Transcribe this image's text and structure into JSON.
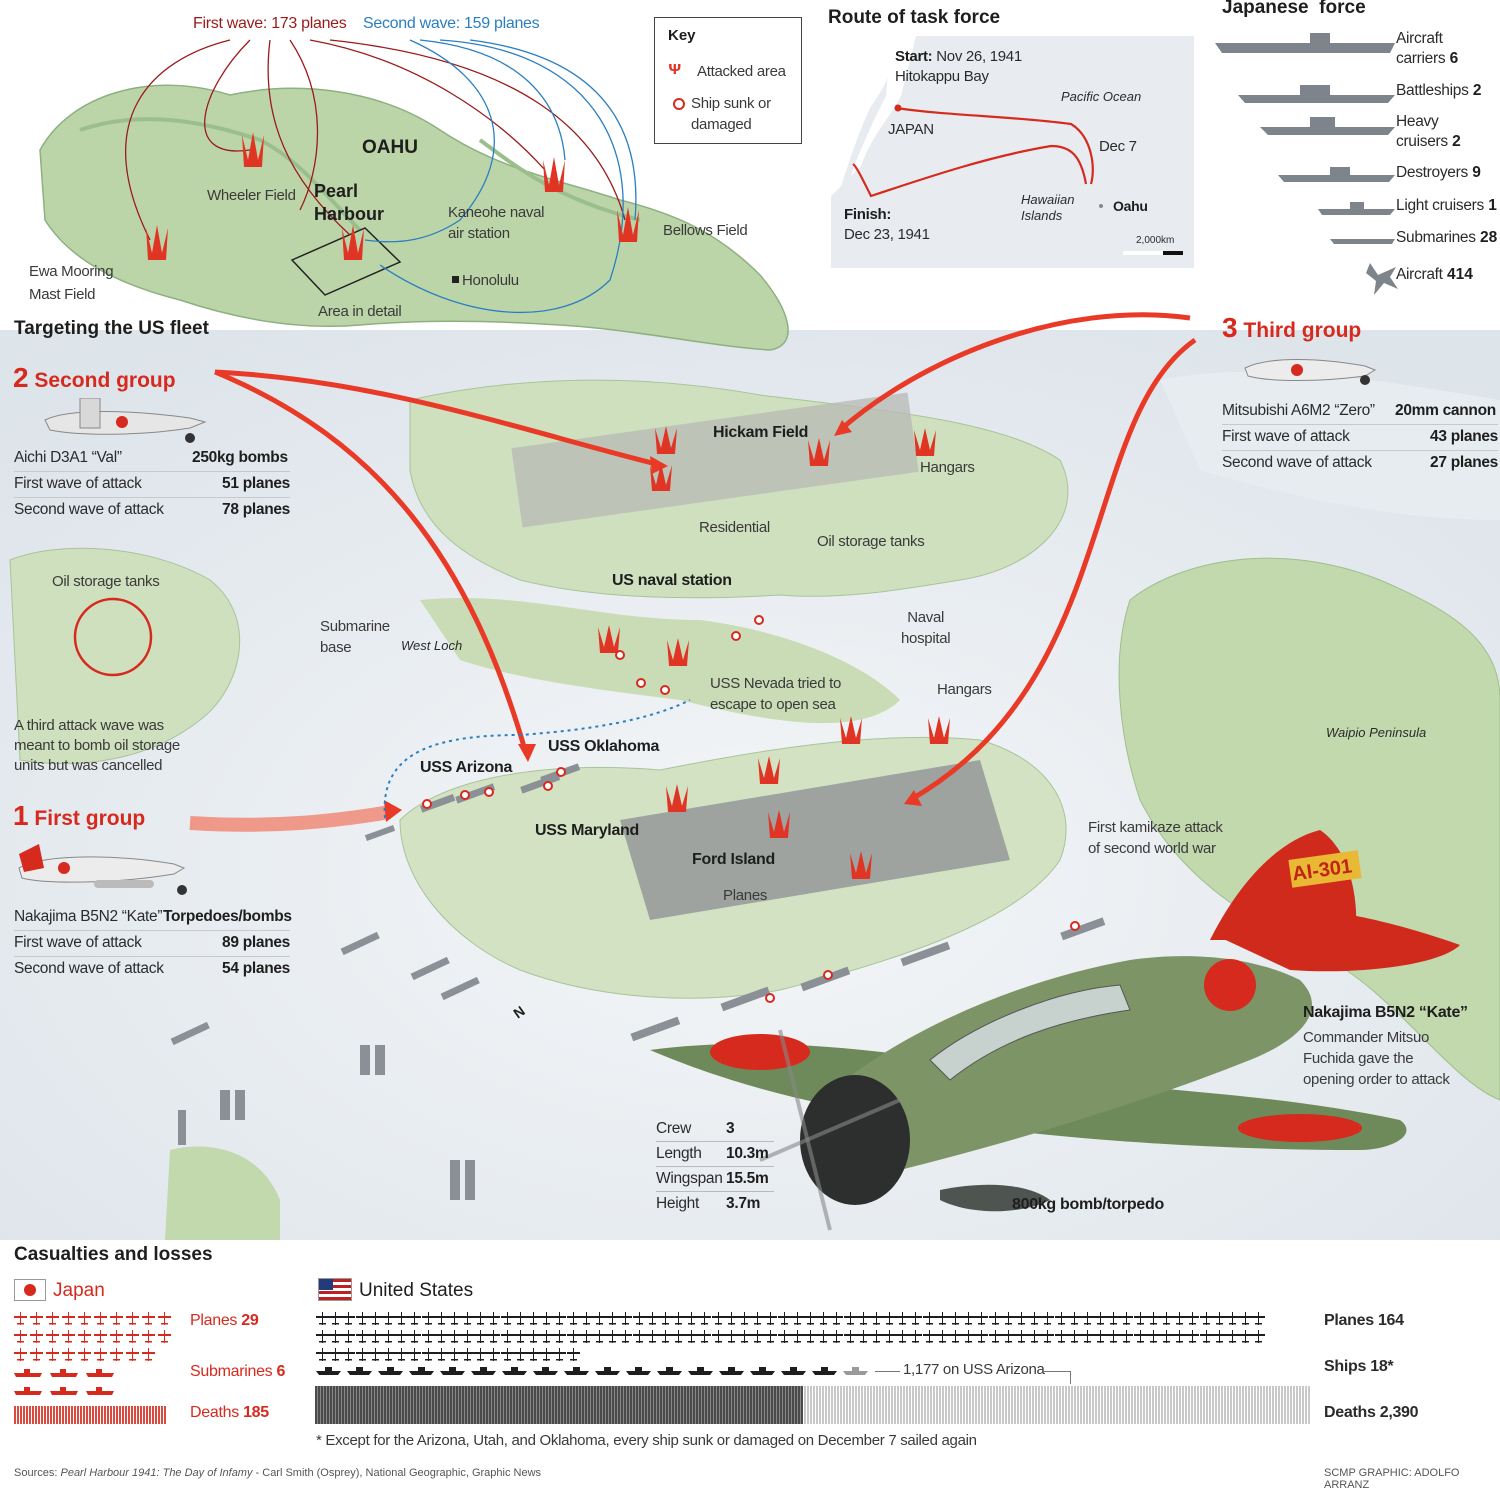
{
  "oahu_map": {
    "first_wave": "First wave: 173 planes",
    "second_wave": "Second wave: 159 planes",
    "island": "OAHU",
    "pearl_harbour": "Pearl\nHarbour",
    "wheeler": "Wheeler Field",
    "kaneohe": "Kaneohe naval\nair station",
    "bellows": "Bellows Field",
    "ewa": "Ewa Mooring\nMast Field",
    "honolulu": "Honolulu",
    "area_detail": "Area in detail"
  },
  "key": {
    "title": "Key",
    "attacked": "Attacked area",
    "sunk": "Ship sunk or\ndamaged"
  },
  "route": {
    "title": "Route of task force",
    "start_label": "Start:",
    "start_date": "Nov 26, 1941",
    "start_place": "Hitokappu Bay",
    "japan": "JAPAN",
    "pacific": "Pacific Ocean",
    "dec7": "Dec 7",
    "hawaiian": "Hawaiian\nIslands",
    "oahu": "Oahu",
    "finish_label": "Finish:",
    "finish_date": "Dec 23, 1941",
    "scale": "2,000km"
  },
  "japanese_force": {
    "title": "Japanese  force",
    "items": [
      {
        "label": "Aircraft\ncarriers",
        "value": "6"
      },
      {
        "label": "Battleships",
        "value": "2"
      },
      {
        "label": "Heavy\ncruisers",
        "value": "2"
      },
      {
        "label": "Destroyers",
        "value": "9"
      },
      {
        "label": "Light cruisers",
        "value": "1"
      },
      {
        "label": "Submarines",
        "value": "28"
      },
      {
        "label": "Aircraft",
        "value": "414"
      }
    ]
  },
  "targeting_title": "Targeting the US fleet",
  "groups": {
    "second": {
      "num": "2",
      "name": "Second group",
      "plane": "Aichi D3A1 “Val”",
      "weapon": "250kg bombs",
      "rows": [
        {
          "label": "First wave of attack",
          "value": "51 planes"
        },
        {
          "label": "Second wave of attack",
          "value": "78 planes"
        }
      ]
    },
    "third": {
      "num": "3",
      "name": "Third group",
      "plane": "Mitsubishi A6M2 “Zero”",
      "weapon": "20mm cannon",
      "rows": [
        {
          "label": "First wave of attack",
          "value": "43 planes"
        },
        {
          "label": "Second wave of attack",
          "value": "27 planes"
        }
      ]
    },
    "first": {
      "num": "1",
      "name": "First group",
      "plane": "Nakajima B5N2 “Kate”",
      "weapon": "Torpedoes/bombs",
      "rows": [
        {
          "label": "First wave of attack",
          "value": "89 planes"
        },
        {
          "label": "Second wave of attack",
          "value": "54 planes"
        }
      ]
    }
  },
  "harbour": {
    "hickam": "Hickam Field",
    "hangars1": "Hangars",
    "residential": "Residential",
    "oil_tanks_right": "Oil storage tanks",
    "naval_station": "US naval station",
    "naval_hospital": "Naval\nhospital",
    "oil_tanks_left": "Oil storage tanks",
    "submarine_base": "Submarine\nbase",
    "west_loch": "West Loch",
    "third_wave_note": "A third attack wave was\nmeant to bomb oil storage\nunits but was cancelled",
    "nevada": "USS Nevada tried to\nescape to open sea",
    "hangars2": "Hangars",
    "arizona": "USS Arizona",
    "oklahoma": "USS Oklahoma",
    "maryland": "USS Maryland",
    "ford": "Ford Island",
    "planes": "Planes",
    "waipio": "Waipio Peninsula",
    "kamikaze": "First kamikaze attack\nof second world war",
    "north": "N"
  },
  "kate": {
    "tail_code": "AI-301",
    "title": "Nakajima B5N2 “Kate”",
    "desc": "Commander Mitsuo\nFuchida gave the\nopening order to attack",
    "bomb": "800kg bomb/torpedo",
    "specs": [
      {
        "label": "Crew",
        "value": "3"
      },
      {
        "label": "Length",
        "value": "10.3m"
      },
      {
        "label": "Wingspan",
        "value": "15.5m"
      },
      {
        "label": "Height",
        "value": "3.7m"
      }
    ]
  },
  "casualties": {
    "title": "Casualties and losses",
    "japan": "Japan",
    "us": "United States",
    "jp_planes_label": "Planes",
    "jp_planes": "29",
    "jp_subs_label": "Submarines",
    "jp_subs": "6",
    "jp_deaths_label": "Deaths",
    "jp_deaths": "185",
    "us_planes_label": "Planes",
    "us_planes": "164",
    "us_ships_label": "Ships",
    "us_ships": "18*",
    "us_deaths_label": "Deaths",
    "us_deaths": "2,390",
    "arizona_note": "1,177 on USS Arizona",
    "footnote": "* Except for the Arizona, Utah, and Oklahoma, every ship sunk or damaged on December 7 sailed again",
    "arizona_fraction": 0.49
  },
  "sources": {
    "prefix": "Sources:",
    "book": "Pearl Harbour 1941: The Day of Infamy",
    "rest": "- Carl Smith (Osprey), National Geographic, Graphic News",
    "credit": "SCMP GRAPHIC: ADOLFO ARRANZ"
  },
  "colors": {
    "accent": "#d62a1e",
    "land": "#bcd5a8",
    "water": "#eef2f5",
    "first_wave": "#9b1b1b",
    "second_wave": "#2a7fc1"
  }
}
